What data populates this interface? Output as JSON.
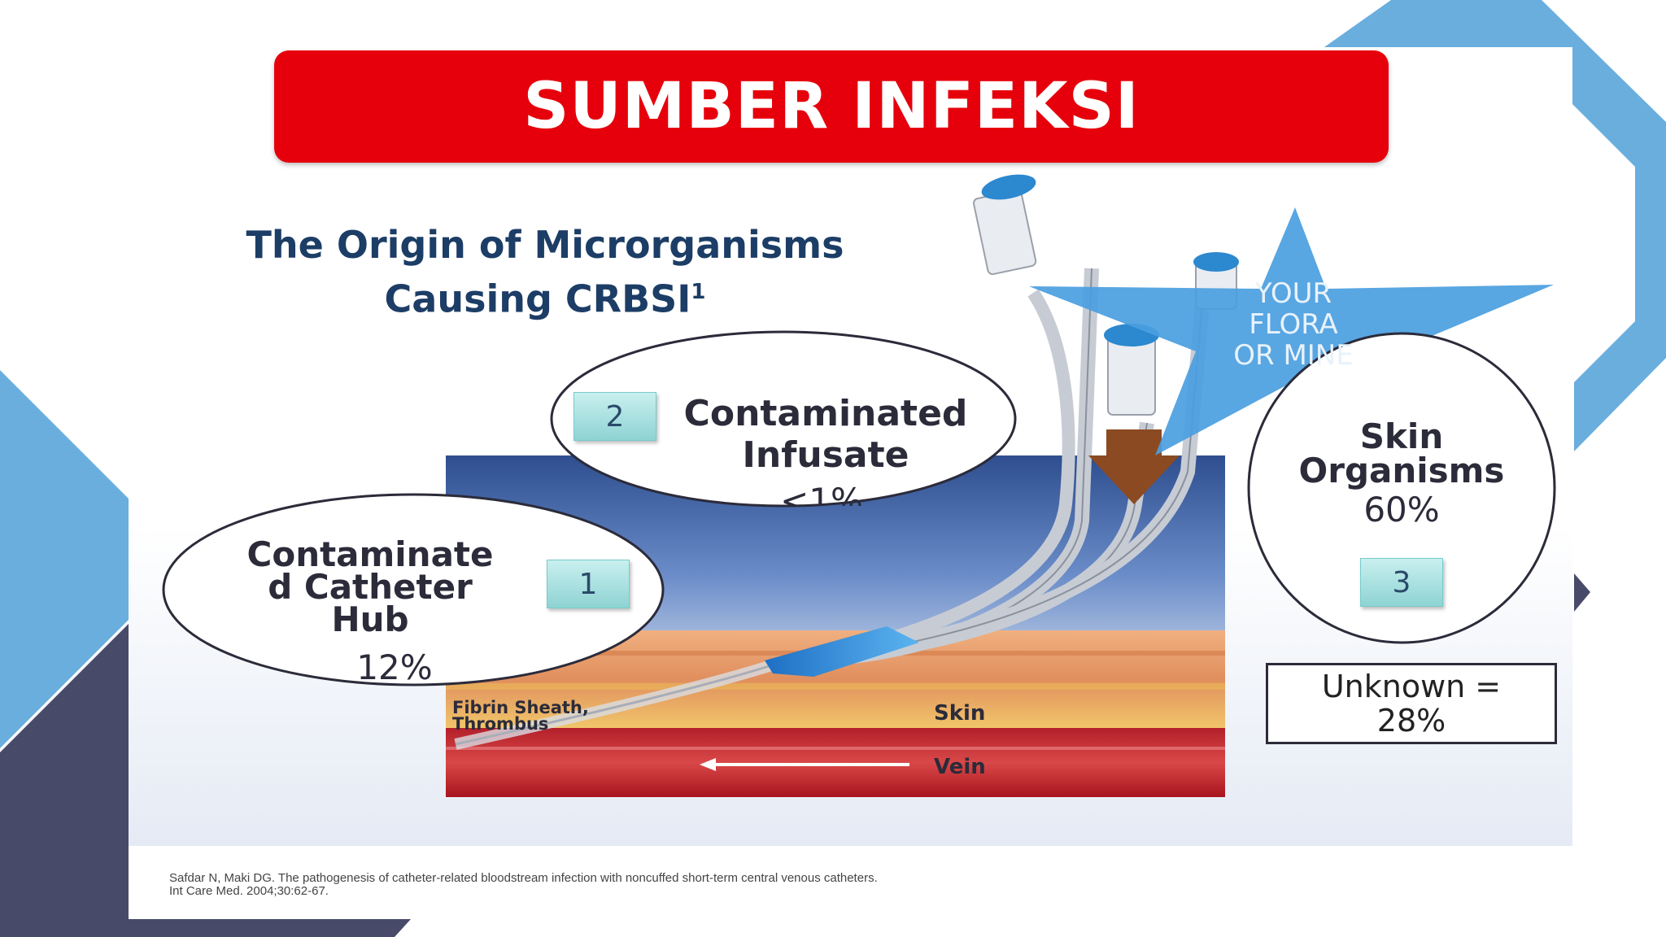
{
  "slide": {
    "title": "SUMBER INFEKSI",
    "colors": {
      "banner_red": "#e6000c",
      "accent_blue": "#6aaede",
      "accent_navy": "#474b69",
      "heading_navy": "#1c3d66",
      "text_dark": "#2b2b3a"
    }
  },
  "diagram": {
    "heading_line1": "The Origin of Microrganisms",
    "heading_line2": "Causing CRBSI",
    "heading_superscript": "1",
    "sources": [
      {
        "number": "1",
        "label_line1": "Contaminate",
        "label_line2": "d Catheter",
        "label_line3": "Hub",
        "percent": "12%"
      },
      {
        "number": "2",
        "label_line1": "Contaminated",
        "label_line2": "Infusate",
        "percent": "<1%"
      },
      {
        "number": "3",
        "label_line1": "Skin",
        "label_line2": "Organisms",
        "percent": "60%"
      }
    ],
    "star_line1": "YOUR",
    "star_line2": "FLORA",
    "star_line3": "OR MINE",
    "unknown_line1": "Unknown =",
    "unknown_line2": "28%",
    "layers": {
      "fibrin_line1": "Fibrin Sheath,",
      "fibrin_line2": "Thrombus",
      "skin": "Skin",
      "vein": "Vein"
    },
    "citation_line1": "Safdar N, Maki DG. The pathogenesis of catheter-related bloodstream infection with noncuffed short-term central venous catheters.",
    "citation_line2": "Int Care Med. 2004;30:62-67."
  }
}
